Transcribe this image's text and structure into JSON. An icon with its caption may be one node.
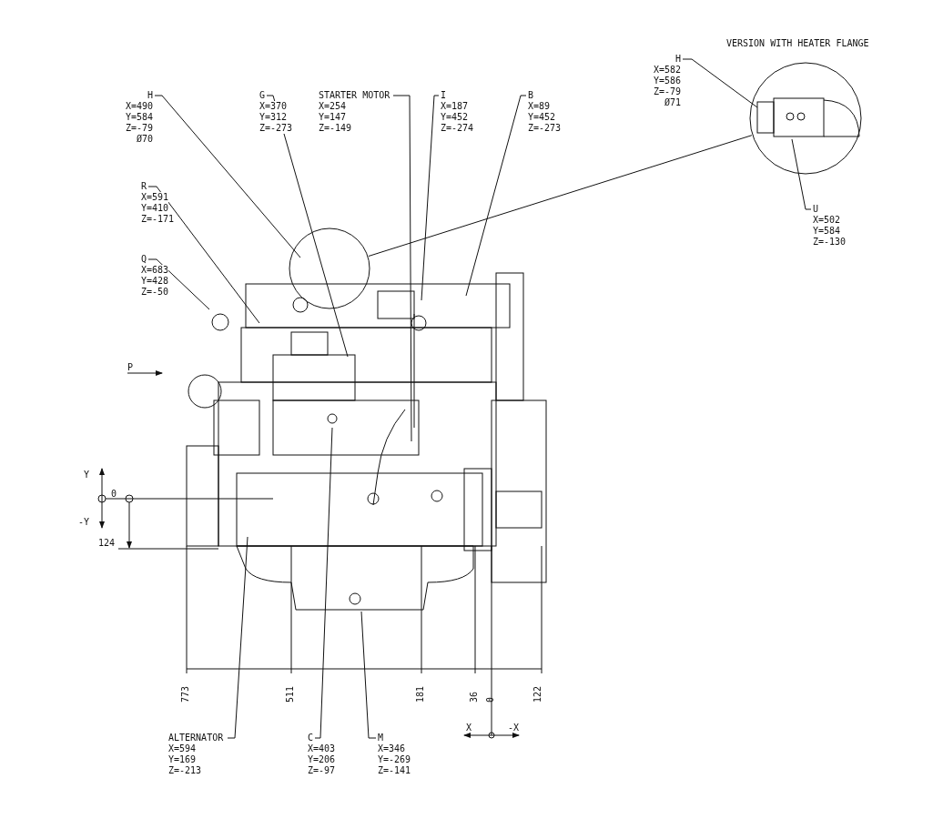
{
  "diagram": {
    "nodes": [
      {
        "text": [
          "H",
          "X=490",
          "Y=584",
          "Z=-79",
          "Ø70"
        ]
      },
      {
        "text": [
          "G",
          "X=370",
          "Y=312",
          "Z=-273"
        ]
      },
      {
        "text": [
          "STARTER MOTOR",
          "X=254",
          "Y=147",
          "Z=-149"
        ]
      },
      {
        "text": [
          "I",
          "X=187",
          "Y=452",
          "Z=-274"
        ]
      },
      {
        "text": [
          "B",
          "X=89",
          "Y=452",
          "Z=-273"
        ]
      },
      {
        "text": [
          "R",
          "X=591",
          "Y=410",
          "Z=-171"
        ]
      },
      {
        "text": [
          "Q",
          "X=683",
          "Y=428",
          "Z=-50"
        ]
      },
      {
        "text": [
          "ALTERNATOR",
          "X=594",
          "Y=169",
          "Z=-213"
        ]
      },
      {
        "text": [
          "C",
          "X=403",
          "Y=206",
          "Z=-97"
        ]
      },
      {
        "text": [
          "M",
          "X=346",
          "Y=-269",
          "Z=-141"
        ]
      },
      {
        "text": [
          "H",
          "X=582",
          "Y=586",
          "Z=-79",
          "Ø71"
        ]
      },
      {
        "text": [
          "U",
          "X=502",
          "Y=584",
          "Z=-130"
        ]
      },
      {
        "text": [],
        "shape": "circle"
      },
      {
        "text": [],
        "shape": "circle"
      }
    ],
    "edges": [
      {
        "from": 0,
        "to": 12,
        "arrow": "none"
      },
      {
        "from": 1,
        "to": null,
        "arrow": "none"
      },
      {
        "from": 2,
        "to": null,
        "arrow": "none"
      },
      {
        "from": 3,
        "to": null,
        "arrow": "none"
      },
      {
        "from": 4,
        "to": null,
        "arrow": "none"
      },
      {
        "from": 5,
        "to": null,
        "arrow": "none"
      },
      {
        "from": 6,
        "to": null,
        "arrow": "none"
      },
      {
        "from": 7,
        "to": null,
        "arrow": "none"
      },
      {
        "from": 8,
        "to": null,
        "arrow": "none"
      },
      {
        "from": 9,
        "to": null,
        "arrow": "none"
      },
      {
        "from": 10,
        "to": 13,
        "arrow": "none"
      },
      {
        "from": 11,
        "to": 13,
        "arrow": "none"
      },
      {
        "from": 12,
        "to": 13,
        "arrow": "none"
      }
    ],
    "labels": [
      "VERSION WITH HEATER FLANGE",
      "P",
      "Y",
      "0",
      "-Y",
      "124",
      "773",
      "511",
      "181",
      "36",
      "0",
      "122",
      "X",
      "-X"
    ]
  }
}
